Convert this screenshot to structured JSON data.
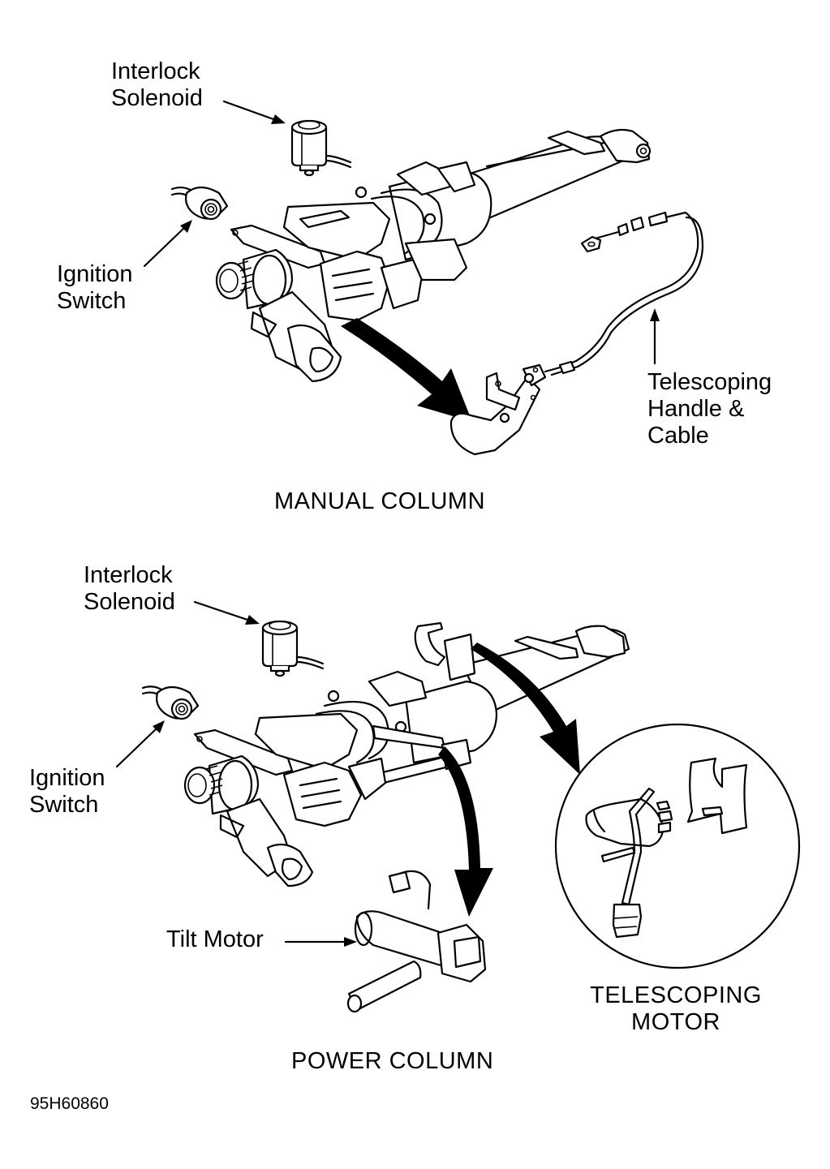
{
  "figure": {
    "id": "95H60860",
    "manual": {
      "caption": "MANUAL COLUMN",
      "labels": {
        "interlock_solenoid": [
          "Interlock",
          "Solenoid"
        ],
        "ignition_switch": [
          "Ignition",
          "Switch"
        ],
        "telescoping_handle": [
          "Telescoping",
          "Handle &",
          "Cable"
        ]
      }
    },
    "power": {
      "caption": "POWER COLUMN",
      "labels": {
        "interlock_solenoid": [
          "Interlock",
          "Solenoid"
        ],
        "ignition_switch": [
          "Ignition",
          "Switch"
        ],
        "tilt_motor": "Tilt Motor",
        "telescoping_motor": [
          "TELESCOPING",
          "MOTOR"
        ]
      }
    },
    "colors": {
      "ink": "#000000",
      "paper": "#ffffff"
    }
  }
}
